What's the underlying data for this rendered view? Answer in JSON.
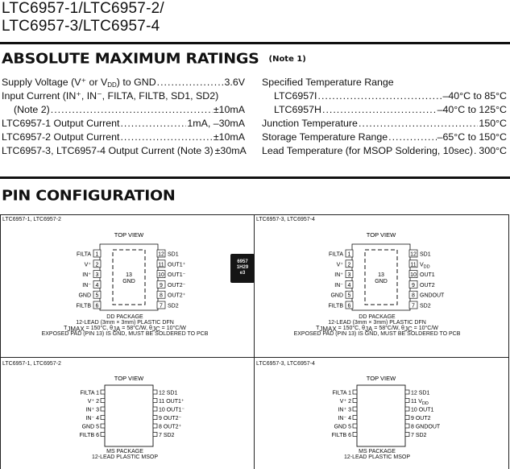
{
  "header": {
    "line1": "LTC6957-1/LTC6957-2/",
    "line2": "LTC6957-3/LTC6957-4"
  },
  "abs_max": {
    "title": "ABSOLUTE MAXIMUM RATINGS",
    "note": "(Note 1)",
    "left": [
      {
        "label": "Supply Voltage (V⁺ or V_DD) to GND",
        "value": "3.6V"
      },
      {
        "label": "Input Current (IN⁺, IN⁻, FILTA, FILTB, SD1, SD2)",
        "value": ""
      },
      {
        "label": "(Note 2)",
        "value": "±10mA"
      },
      {
        "label": "LTC6957-1 Output Current",
        "value": "1mA, –30mA"
      },
      {
        "label": "LTC6957-2 Output Current",
        "value": "±10mA"
      },
      {
        "label": "LTC6957-3, LTC6957-4 Output Current (Note 3)",
        "value": "±30mA"
      }
    ],
    "right": [
      {
        "label": "Specified Temperature Range",
        "value": ""
      },
      {
        "label": "LTC6957I",
        "value": "–40°C to 85°C"
      },
      {
        "label": "LTC6957H",
        "value": "–40°C to 125°C"
      },
      {
        "label": "Junction Temperature",
        "value": "150°C"
      },
      {
        "label": "Storage Temperature Range",
        "value": "–65°C to 150°C"
      },
      {
        "label": "Lead Temperature (for MSOP Soldering, 10sec)",
        "value": "300°C"
      }
    ]
  },
  "pin_config": {
    "title": "PIN CONFIGURATION",
    "top_view": "TOP VIEW",
    "cells": [
      {
        "title": "LTC6957-1, LTC6957-2"
      },
      {
        "title": "LTC6957-3, LTC6957-4"
      },
      {
        "title": "LTC6957-1, LTC6957-2"
      },
      {
        "title": "LTC6957-3, LTC6957-4"
      }
    ],
    "dd": {
      "pin13_num": "13",
      "pin13_name": "GND",
      "left_pins": [
        "FILTA",
        "V⁺",
        "IN⁺",
        "IN⁻",
        "GND",
        "FILTB"
      ],
      "left_nums": [
        "1",
        "2",
        "3",
        "4",
        "5",
        "6"
      ],
      "right_nums": [
        "12",
        "11",
        "10",
        "9",
        "8",
        "7"
      ],
      "right_pins_a": [
        "SD1",
        "OUT1⁺",
        "OUT1⁻",
        "OUT2⁻",
        "OUT2⁺",
        "SD2"
      ],
      "right_pins_b": [
        "SD1",
        "V_DD",
        "OUT1",
        "OUT2",
        "GNDOUT",
        "SD2"
      ],
      "pkg1": "DD PACKAGE",
      "pkg2": "12-LEAD (3mm × 3mm) PLASTIC DFN",
      "thermal": "T_JMAX = 150°C, θ_JA = 58°C/W, θ_JC = 10°C/W",
      "exposed": "EXPOSED PAD (PIN 13) IS GND, MUST BE SOLDERED TO PCB"
    },
    "ms": {
      "pkg1": "MS PACKAGE",
      "pkg2": "12-LEAD PLASTIC MSOP"
    },
    "chip_lines": [
      "6957",
      "1H29",
      "e3"
    ]
  }
}
